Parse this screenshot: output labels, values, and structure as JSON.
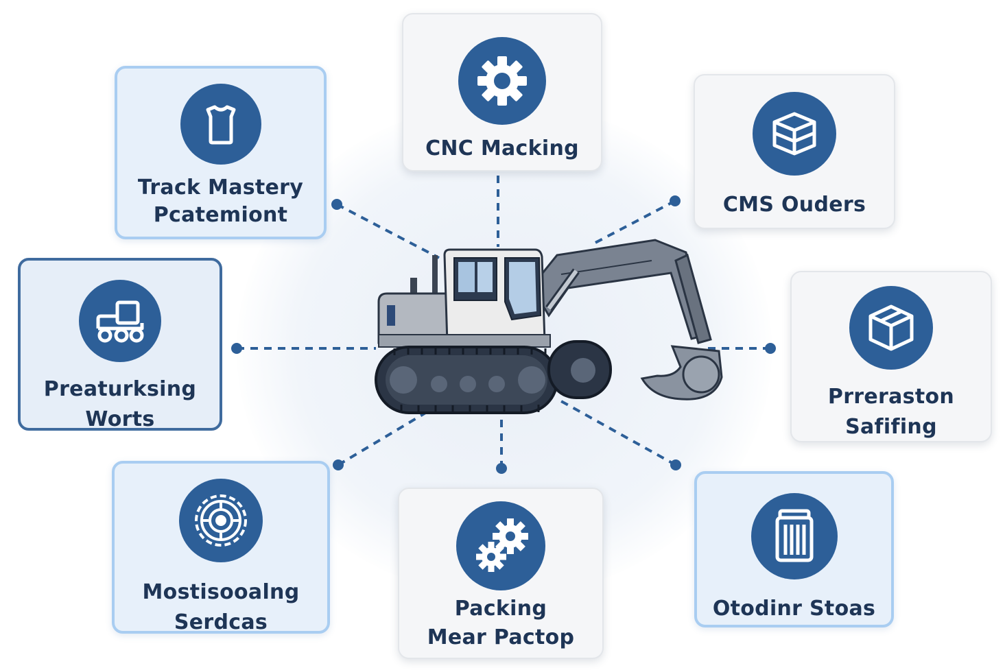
{
  "colors": {
    "icon_fill": "#2d5f98",
    "connector": "#2d5f98",
    "label_text": "#1e3556",
    "card_grey": "#f5f6f8",
    "card_blue": "#e7f0fa",
    "card_blue_border": "#a9cdf1",
    "card_dark_border": "#3f6b9e"
  },
  "center": {
    "image": "excavator"
  },
  "cards": {
    "cnc": {
      "icon": "gear-icon",
      "lines": [
        "CNC Macking"
      ]
    },
    "track": {
      "icon": "shirt-icon",
      "lines": [
        "Track Mastery",
        "Pcatemiont"
      ]
    },
    "cms": {
      "icon": "box-icon",
      "lines": [
        "CMS Ouders"
      ]
    },
    "preat": {
      "icon": "tractor-icon",
      "lines": [
        "Preaturksing",
        "Worts"
      ]
    },
    "prreraston": {
      "icon": "cube-icon",
      "lines": [
        "Prreraston",
        "Safifing"
      ]
    },
    "most": {
      "icon": "target-gear-icon",
      "lines": [
        "Mostisooalng",
        "Serdcas"
      ]
    },
    "packing": {
      "icon": "gears-icon",
      "lines": [
        "Packing",
        "Mear Pactop"
      ]
    },
    "otodinr": {
      "icon": "filter-cartridge-icon",
      "lines": [
        "Otodinr Stoas"
      ]
    }
  }
}
